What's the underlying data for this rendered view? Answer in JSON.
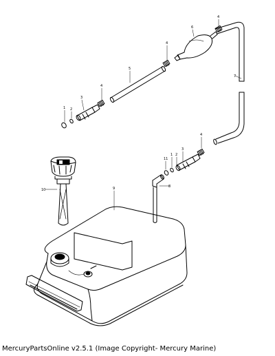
{
  "caption": "MercuryPartsOnline v2.5.1 (Image Copyright- Mercury Marine)",
  "callouts": {
    "c1": "1",
    "c2": "2",
    "c3": "3",
    "c4": "4",
    "c5": "5",
    "c6": "6",
    "c7": "7",
    "c8": "8",
    "c9": "9",
    "c10": "10",
    "c11": "11",
    "c1b": "1",
    "c2b": "2",
    "c3b": "3",
    "c4b": "4",
    "c4c": "4",
    "c4d": "4"
  }
}
